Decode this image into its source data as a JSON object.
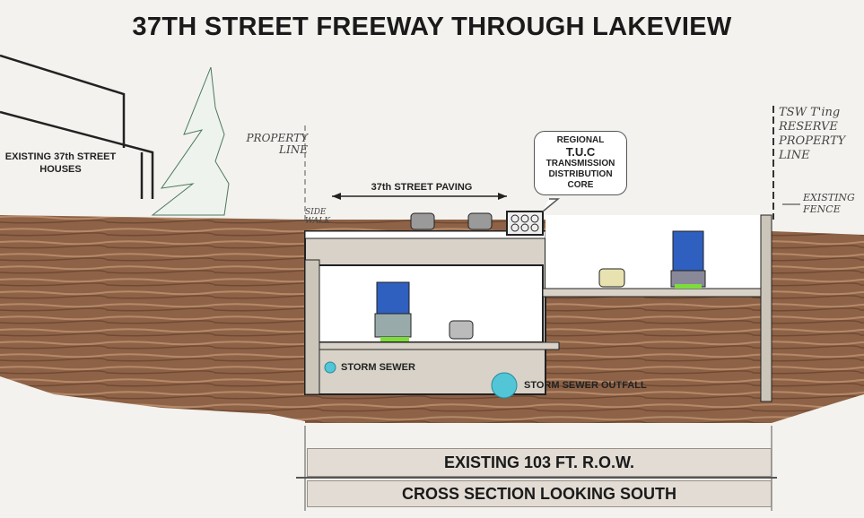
{
  "title": "37TH STREET FREEWAY THROUGH LAKEVIEW",
  "labels": {
    "existing_houses": "EXISTING 37th STREET HOUSES",
    "property_line_left": "PROPERTY LINE",
    "sidewalk": "SIDE WALK",
    "street_paving": "37th STREET PAVING",
    "callout": {
      "line1": "REGIONAL",
      "line2": "T.U.C",
      "line3": "TRANSMISSION",
      "line4": "DISTRIBUTION",
      "line5": "CORE"
    },
    "reserve_property_line": "TSW T'ing RESERVE PROPERTY LINE",
    "existing_fence": "EXISTING FENCE",
    "storm_sewer": "STORM SEWER",
    "storm_sewer_outfall": "STORM SEWER OUTFALL"
  },
  "row_label": "EXISTING 103 FT. R.O.W.",
  "cross_section_label": "CROSS SECTION LOOKING SOUTH",
  "colors": {
    "earth": "#8a5f43",
    "earth_light": "#a67a5a",
    "green": "#7ddc3c",
    "truck_blue": "#2f5fbf",
    "sewer": "#52c6d6"
  }
}
